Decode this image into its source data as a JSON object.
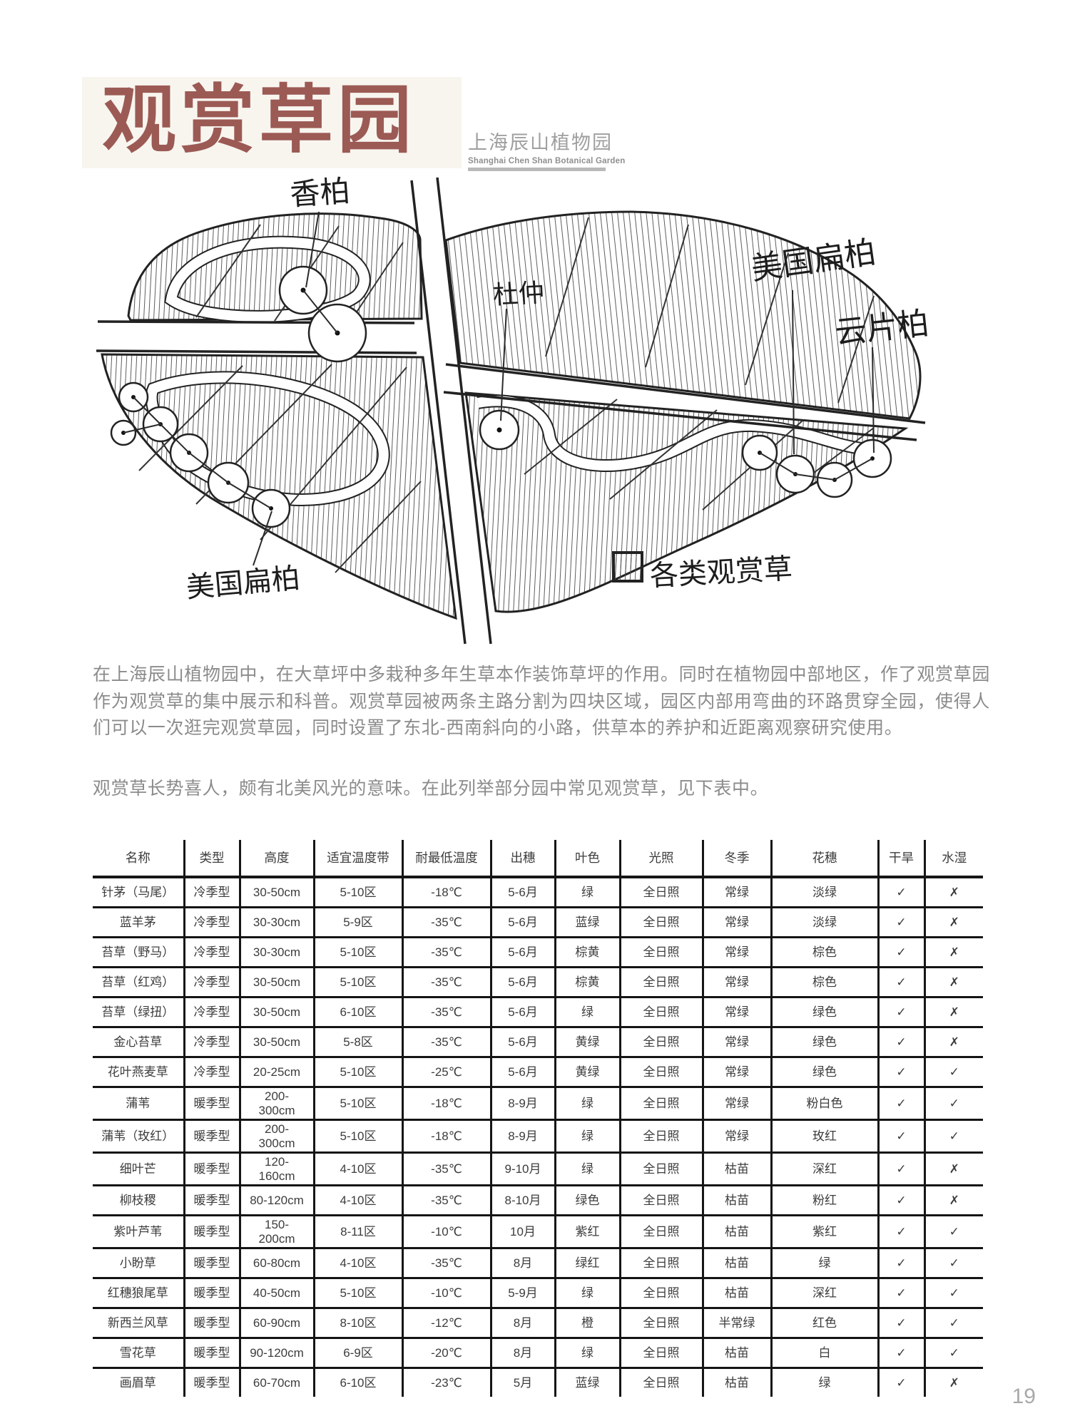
{
  "header": {
    "title": "观赏草园",
    "subtitle_cn": "上海辰山植物园",
    "subtitle_en": "Shanghai Chen Shan Botanical Garden",
    "title_color": "#9c5a55",
    "title_bg": "#f8f5ef"
  },
  "sketch": {
    "labels": {
      "top": "香柏",
      "center": "杜仲",
      "right_upper": "美国扁柏",
      "right_lower": "云片柏",
      "bottom_left": "美国扁柏",
      "legend": "各类观赏草"
    }
  },
  "paragraphs": {
    "p1": "在上海辰山植物园中，在大草坪中多栽种多年生草本作装饰草坪的作用。同时在植物园中部地区，作了观赏草园作为观赏草的集中展示和科普。观赏草园被两条主路分割为四块区域，园区内部用弯曲的环路贯穿全园，使得人们可以一次逛完观赏草园，同时设置了东北-西南斜向的小路，供草本的养护和近距离观察研究使用。",
    "p2": "观赏草长势喜人，颇有北美风光的意味。在此列举部分园中常见观赏草，见下表中。"
  },
  "table": {
    "columns": [
      "名称",
      "类型",
      "高度",
      "适宜温度带",
      "耐最低温度",
      "出穗",
      "叶色",
      "光照",
      "冬季",
      "花穗",
      "干旱",
      "水湿"
    ],
    "check": "✓",
    "cross": "✗",
    "rows": [
      [
        "针茅（马尾）",
        "冷季型",
        "30-50cm",
        "5-10区",
        "-18℃",
        "5-6月",
        "绿",
        "全日照",
        "常绿",
        "淡绿",
        "✓",
        "✗"
      ],
      [
        "蓝羊茅",
        "冷季型",
        "30-30cm",
        "5-9区",
        "-35℃",
        "5-6月",
        "蓝绿",
        "全日照",
        "常绿",
        "淡绿",
        "✓",
        "✗"
      ],
      [
        "苔草（野马）",
        "冷季型",
        "30-30cm",
        "5-10区",
        "-35℃",
        "5-6月",
        "棕黄",
        "全日照",
        "常绿",
        "棕色",
        "✓",
        "✗"
      ],
      [
        "苔草（红鸡）",
        "冷季型",
        "30-50cm",
        "5-10区",
        "-35℃",
        "5-6月",
        "棕黄",
        "全日照",
        "常绿",
        "棕色",
        "✓",
        "✗"
      ],
      [
        "苔草（绿扭）",
        "冷季型",
        "30-50cm",
        "6-10区",
        "-35℃",
        "5-6月",
        "绿",
        "全日照",
        "常绿",
        "绿色",
        "✓",
        "✗"
      ],
      [
        "金心苔草",
        "冷季型",
        "30-50cm",
        "5-8区",
        "-35℃",
        "5-6月",
        "黄绿",
        "全日照",
        "常绿",
        "绿色",
        "✓",
        "✗"
      ],
      [
        "花叶燕麦草",
        "冷季型",
        "20-25cm",
        "5-10区",
        "-25℃",
        "5-6月",
        "黄绿",
        "全日照",
        "常绿",
        "绿色",
        "✓",
        "✓"
      ],
      [
        "蒲苇",
        "暖季型",
        "200-\n300cm",
        "5-10区",
        "-18℃",
        "8-9月",
        "绿",
        "全日照",
        "常绿",
        "粉白色",
        "✓",
        "✓"
      ],
      [
        "蒲苇（玫红）",
        "暖季型",
        "200-\n300cm",
        "5-10区",
        "-18℃",
        "8-9月",
        "绿",
        "全日照",
        "常绿",
        "玫红",
        "✓",
        "✓"
      ],
      [
        "细叶芒",
        "暖季型",
        "120-\n160cm",
        "4-10区",
        "-35℃",
        "9-10月",
        "绿",
        "全日照",
        "枯苗",
        "深红",
        "✓",
        "✗"
      ],
      [
        "柳枝稷",
        "暖季型",
        "80-120cm",
        "4-10区",
        "-35℃",
        "8-10月",
        "绿色",
        "全日照",
        "枯苗",
        "粉红",
        "✓",
        "✗"
      ],
      [
        "紫叶芦苇",
        "暖季型",
        "150-\n200cm",
        "8-11区",
        "-10℃",
        "10月",
        "紫红",
        "全日照",
        "枯苗",
        "紫红",
        "✓",
        "✓"
      ],
      [
        "小盼草",
        "暖季型",
        "60-80cm",
        "4-10区",
        "-35℃",
        "8月",
        "绿红",
        "全日照",
        "枯苗",
        "绿",
        "✓",
        "✓"
      ],
      [
        "红穗狼尾草",
        "暖季型",
        "40-50cm",
        "5-10区",
        "-10℃",
        "5-9月",
        "绿",
        "全日照",
        "枯苗",
        "深红",
        "✓",
        "✓"
      ],
      [
        "新西兰风草",
        "暖季型",
        "60-90cm",
        "8-10区",
        "-12℃",
        "8月",
        "橙",
        "全日照",
        "半常绿",
        "红色",
        "✓",
        "✓"
      ],
      [
        "雪花草",
        "暖季型",
        "90-120cm",
        "6-9区",
        "-20℃",
        "8月",
        "绿",
        "全日照",
        "枯苗",
        "白",
        "✓",
        "✓"
      ],
      [
        "画眉草",
        "暖季型",
        "60-70cm",
        "6-10区",
        "-23℃",
        "5月",
        "蓝绿",
        "全日照",
        "枯苗",
        "绿",
        "✓",
        "✗"
      ]
    ]
  },
  "page": {
    "number": "19"
  }
}
